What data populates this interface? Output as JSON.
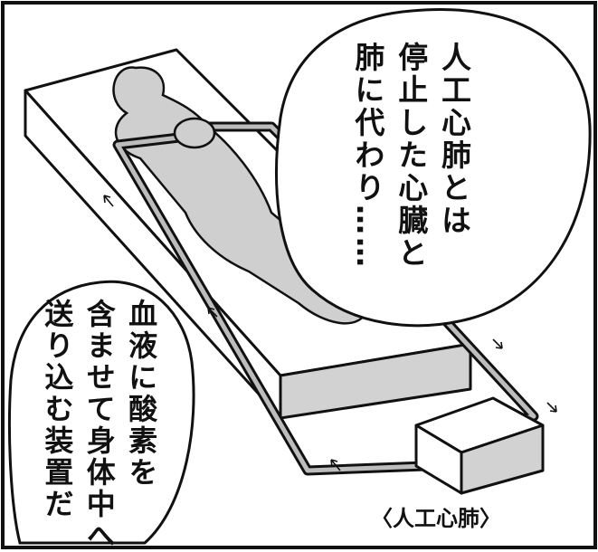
{
  "speech_top": {
    "text": "人工心肺とは\n停止した心臓と\n肺に代わり……"
  },
  "speech_left": {
    "text": "血液に酸素を\n含ませて身体中へ\n送り込む装置だ"
  },
  "caption": {
    "label": "〈人工心肺〉"
  },
  "colors": {
    "ink": "#111111",
    "tone": "#cfcfcf",
    "paper": "#ffffff"
  },
  "icons": [
    "heart-lung-machine-illustration",
    "patient-figure",
    "speech-bubble"
  ]
}
